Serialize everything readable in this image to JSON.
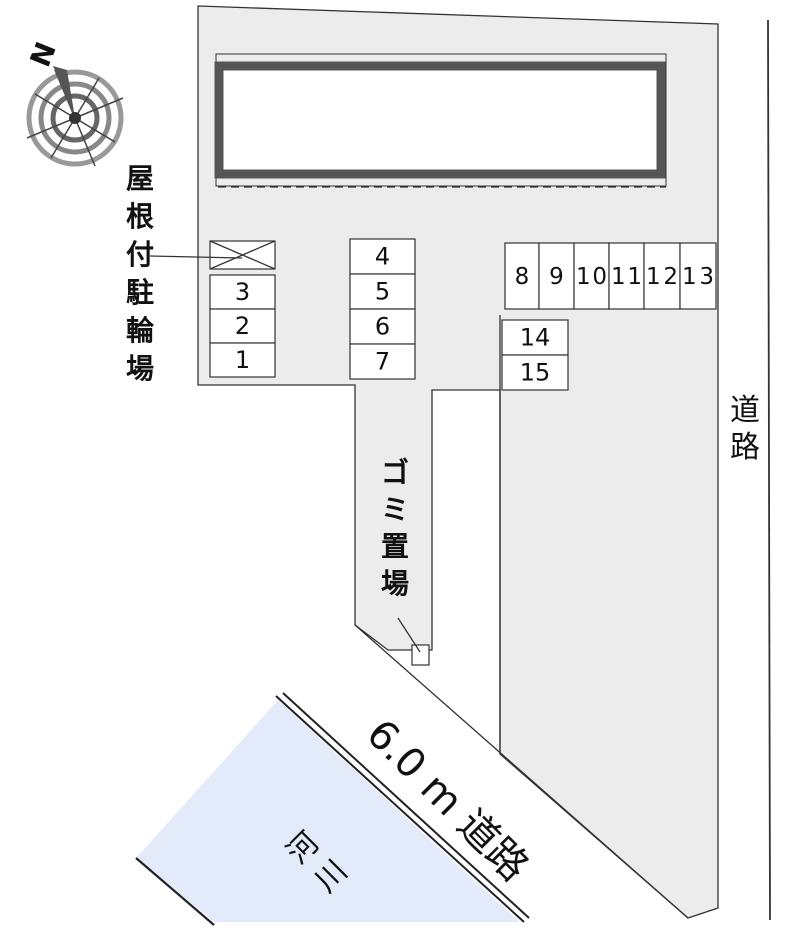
{
  "compass": {
    "north_label": "N"
  },
  "labels": {
    "bike_parking": "屋根付駐輪場",
    "garbage": "ゴミ置場",
    "road_right": "道路",
    "road_bottom": "6.0 m 道路",
    "river": "河川"
  },
  "parking_spaces": [
    "1",
    "2",
    "3",
    "4",
    "5",
    "6",
    "7",
    "8",
    "9",
    "10",
    "11",
    "12",
    "13",
    "14",
    "15"
  ],
  "colors": {
    "lot": "#ececec",
    "river": "#e3ebfa",
    "building": "#555555",
    "line": "#333333"
  }
}
